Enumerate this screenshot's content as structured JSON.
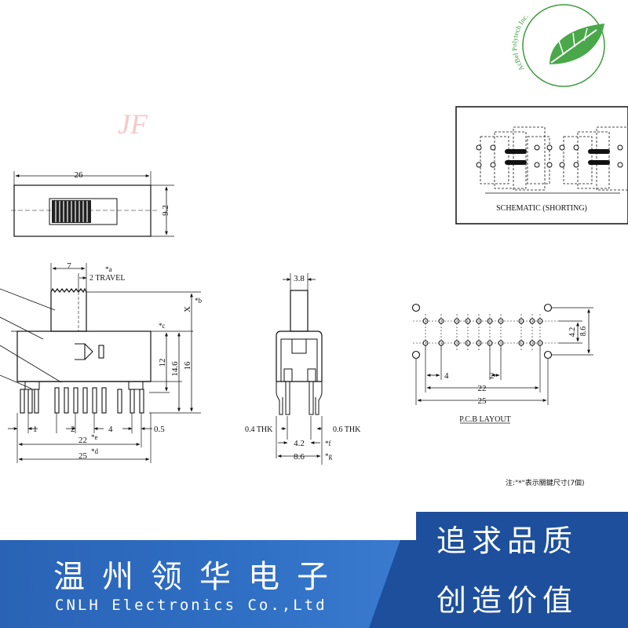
{
  "logo": {
    "text": "AcBel Polytech Inc."
  },
  "watermark": {
    "text": "JF"
  },
  "top_view": {
    "width_label": "26",
    "height_label": "9.2"
  },
  "side_view": {
    "pitch_top": "7",
    "travel": "2 TRAVEL",
    "mark_a": "*a",
    "mark_b": "*b",
    "x_label": "X",
    "mark_c": "*c",
    "h12": "12",
    "h146": "14.6",
    "h16": "16",
    "p1": "1",
    "p2": "2",
    "p4": "4",
    "p05": "0.5",
    "w22": "22",
    "mark_e": "*e",
    "w25": "25",
    "mark_d": "*d"
  },
  "end_view": {
    "w38": "3.8",
    "thk_left": "0.4 THK",
    "thk_right": "0.6 THK",
    "w42": "4.2",
    "mark_f": "*f",
    "w86": "8.6",
    "mark_g": "*g"
  },
  "pcb": {
    "v42": "4.2",
    "v86": "8.6",
    "h4": "4",
    "h2": "2",
    "h22": "22",
    "h25": "25",
    "title": "P.C.B LAYOUT"
  },
  "schematic": {
    "title": "SCHEMATIC (SHORTING)"
  },
  "note": "注:\"*\"表示關鍵尺寸(7個)",
  "banner": {
    "company_cn": "温州领华电子",
    "company_en": "CNLH Electronics Co.,Ltd",
    "slogan_1": "追求品质",
    "slogan_2": "创造价值"
  }
}
